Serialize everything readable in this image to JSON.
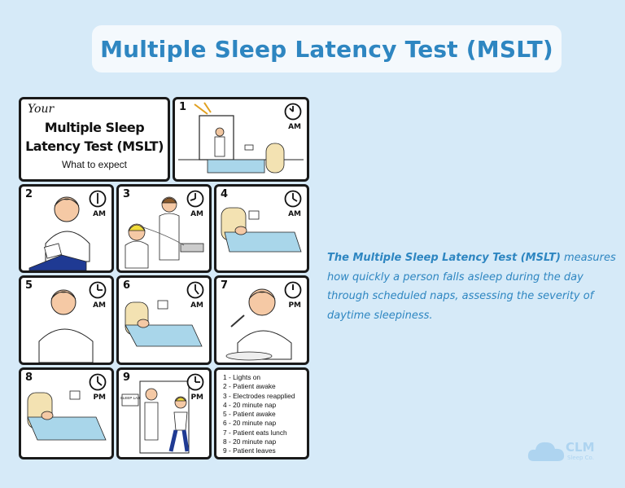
{
  "title": "Multiple Sleep Latency Test (MSLT)",
  "comic": {
    "intro": {
      "your": "Your",
      "title_line1": "Multiple Sleep",
      "title_line2": "Latency Test (MSLT)",
      "subtitle": "What to expect"
    },
    "panels": [
      {
        "num": "1",
        "period": "AM"
      },
      {
        "num": "2",
        "period": "AM"
      },
      {
        "num": "3",
        "period": "AM"
      },
      {
        "num": "4",
        "period": "AM"
      },
      {
        "num": "5",
        "period": "AM"
      },
      {
        "num": "6",
        "period": "AM"
      },
      {
        "num": "7",
        "period": "PM"
      },
      {
        "num": "8",
        "period": "PM"
      },
      {
        "num": "9",
        "period": "PM"
      }
    ],
    "scene_text": {
      "sign": "SLEEP LAB"
    },
    "legend": [
      "1 - Lights on",
      "2 - Patient awake",
      "3 - Electrodes reapplied",
      "4 - 20 minute nap",
      "5 - Patient awake",
      "6 - 20 minute nap",
      "7 - Patient eats lunch",
      "8 - 20 minute nap",
      "9 - Patient leaves"
    ]
  },
  "description": {
    "bold": "The Multiple Sleep Latency Test (MSLT)",
    "rest": " measures how quickly a person falls asleep during the day through scheduled naps, assessing the severity of daytime sleepiness."
  },
  "logo": {
    "name": "CLM",
    "sub": "Sleep Co."
  },
  "colors": {
    "background": "#d6eaf8",
    "accent": "#2e86c1",
    "logo": "#aed4f0"
  }
}
